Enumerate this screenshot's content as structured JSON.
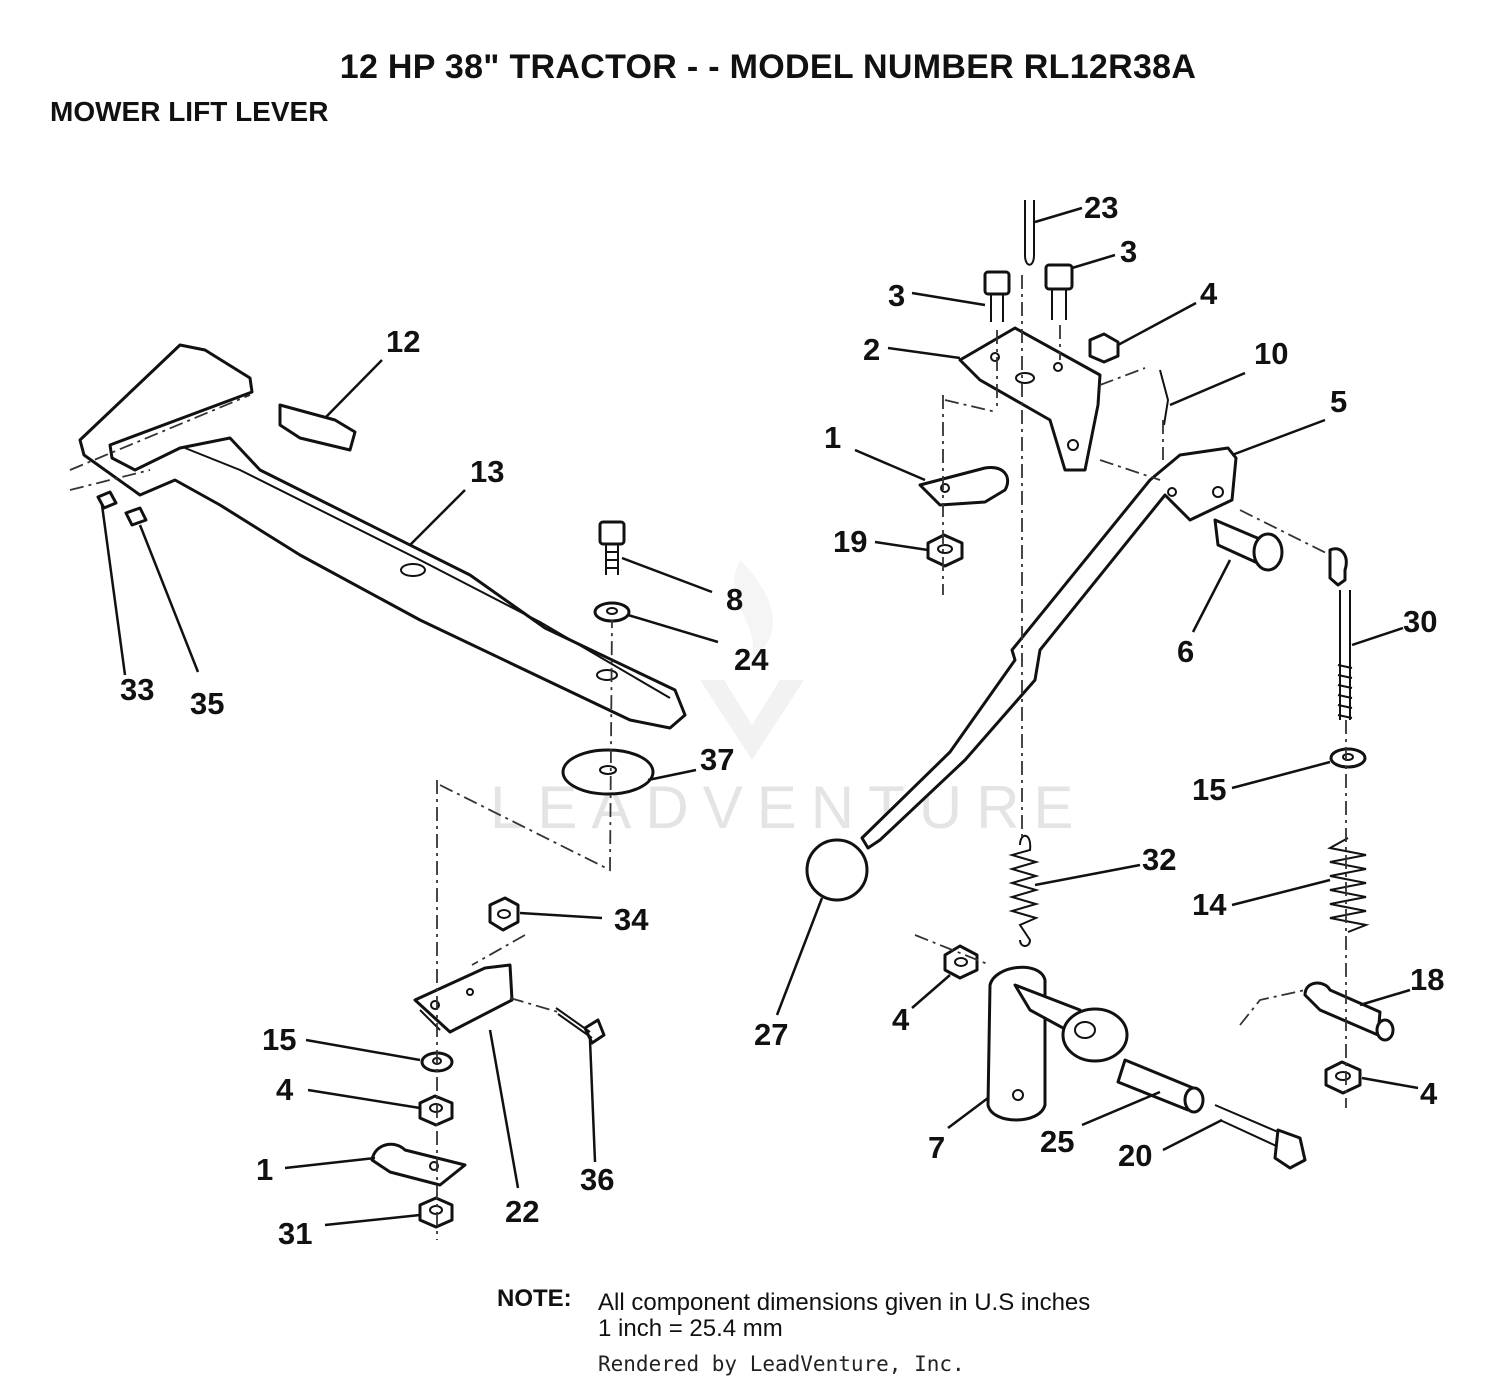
{
  "header": {
    "title": "12 HP 38\" TRACTOR - - MODEL NUMBER RL12R38A",
    "subtitle": "MOWER LIFT LEVER"
  },
  "note": {
    "label": "NOTE:",
    "line1": "All component dimensions given in U.S  inches",
    "line2": "1 inch = 25.4 mm"
  },
  "credit": "Rendered by LeadVenture, Inc.",
  "watermark": "LEADVENTURE",
  "callouts": [
    {
      "label": "12"
    },
    {
      "label": "13"
    },
    {
      "label": "33"
    },
    {
      "label": "35"
    },
    {
      "label": "8"
    },
    {
      "label": "24"
    },
    {
      "label": "37"
    },
    {
      "label": "34"
    },
    {
      "label": "15"
    },
    {
      "label": "4"
    },
    {
      "label": "1"
    },
    {
      "label": "31"
    },
    {
      "label": "22"
    },
    {
      "label": "36"
    },
    {
      "label": "23"
    },
    {
      "label": "3"
    },
    {
      "label": "3"
    },
    {
      "label": "4"
    },
    {
      "label": "2"
    },
    {
      "label": "10"
    },
    {
      "label": "5"
    },
    {
      "label": "1"
    },
    {
      "label": "19"
    },
    {
      "label": "6"
    },
    {
      "label": "30"
    },
    {
      "label": "15"
    },
    {
      "label": "32"
    },
    {
      "label": "14"
    },
    {
      "label": "27"
    },
    {
      "label": "4"
    },
    {
      "label": "18"
    },
    {
      "label": "4"
    },
    {
      "label": "7"
    },
    {
      "label": "25"
    },
    {
      "label": "20"
    }
  ]
}
